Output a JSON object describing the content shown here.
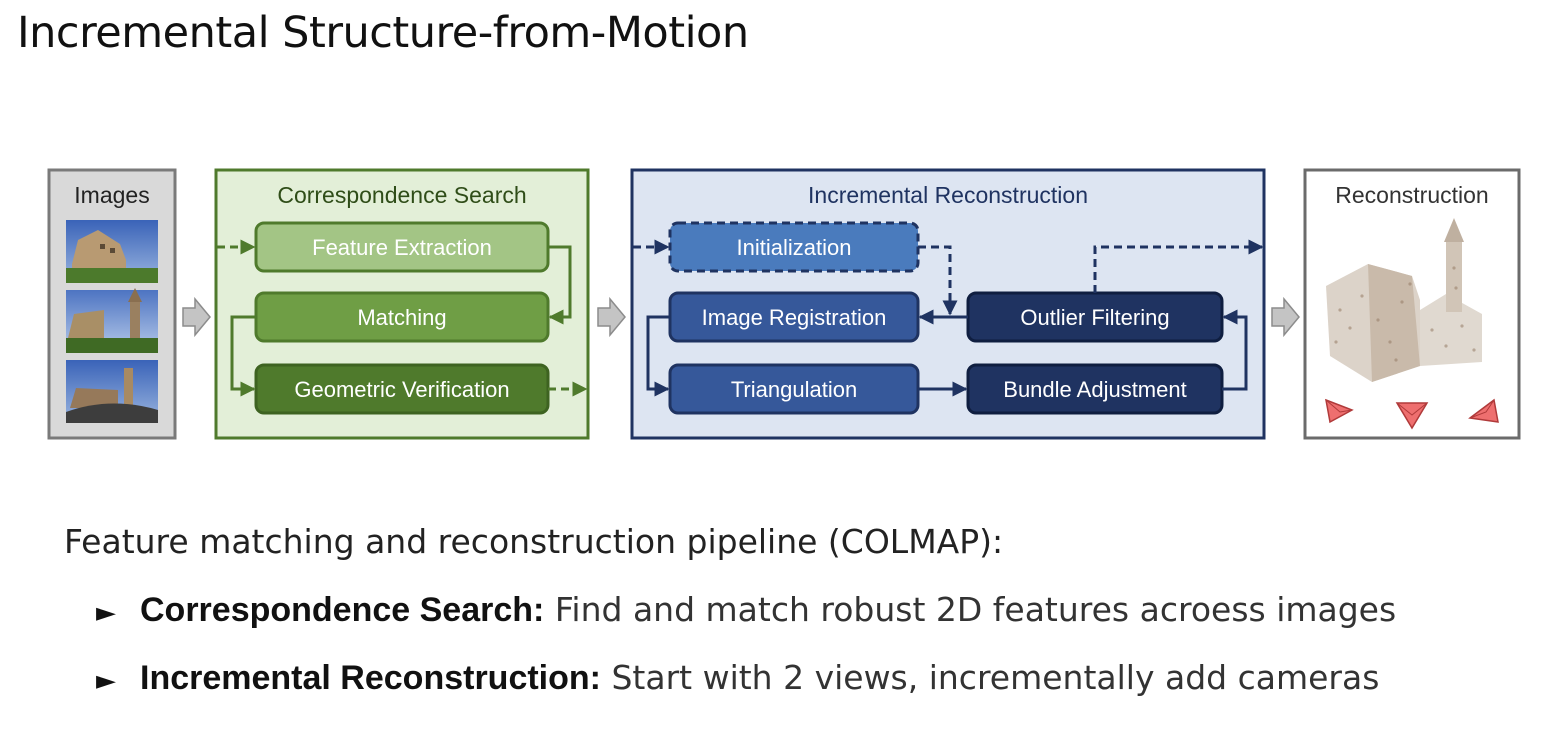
{
  "title": "Incremental Structure-from-Motion",
  "diagram": {
    "panels": {
      "images": "Images",
      "correspondence": "Correspondence Search",
      "incremental": "Incremental Reconstruction",
      "reconstruction": "Reconstruction"
    },
    "steps": {
      "feature_extraction": "Feature Extraction",
      "matching": "Matching",
      "geometric_verification": "Geometric Verification",
      "initialization": "Initialization",
      "image_registration": "Image Registration",
      "triangulation": "Triangulation",
      "outlier_filtering": "Outlier Filtering",
      "bundle_adjustment": "Bundle Adjustment"
    },
    "colors": {
      "green_light": "#a3c585",
      "green_mid": "#6f9e45",
      "green_dark": "#4f7a2c",
      "green_panel": "#e3efd8",
      "blue_light": "#4a7bbd",
      "blue_mid": "#36589a",
      "blue_dark": "#1f3361",
      "blue_panel": "#dde5f2",
      "camera_red": "#ee6f6f"
    }
  },
  "intro": "Feature matching and reconstruction pipeline (COLMAP):",
  "bullets": [
    {
      "label": "Correspondence Search:",
      "text": " Find and match robust 2D features acroess images"
    },
    {
      "label": "Incremental Reconstruction:",
      "text": " Start with 2 views, incrementally add cameras"
    }
  ]
}
